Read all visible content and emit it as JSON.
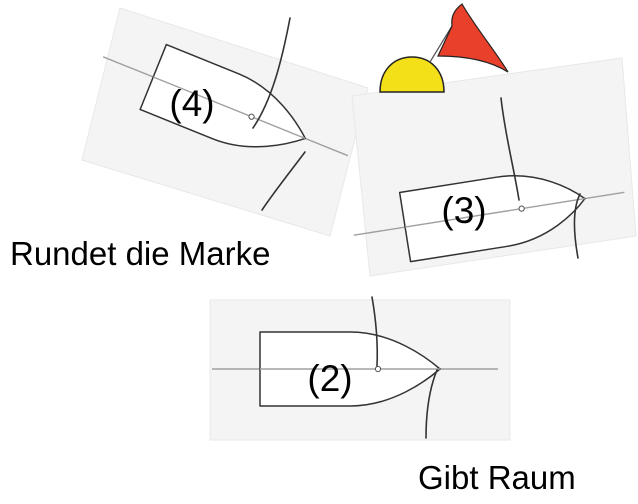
{
  "diagram": {
    "boats": [
      {
        "label": "(4)"
      },
      {
        "label": "(3)"
      },
      {
        "label": "(2)"
      }
    ],
    "captions": {
      "rounds_mark": "Rundet die Marke",
      "gives_room": "Gibt Raum"
    },
    "mark": {
      "buoy_color": "#f3e018",
      "flag_color": "#e8402a"
    }
  }
}
